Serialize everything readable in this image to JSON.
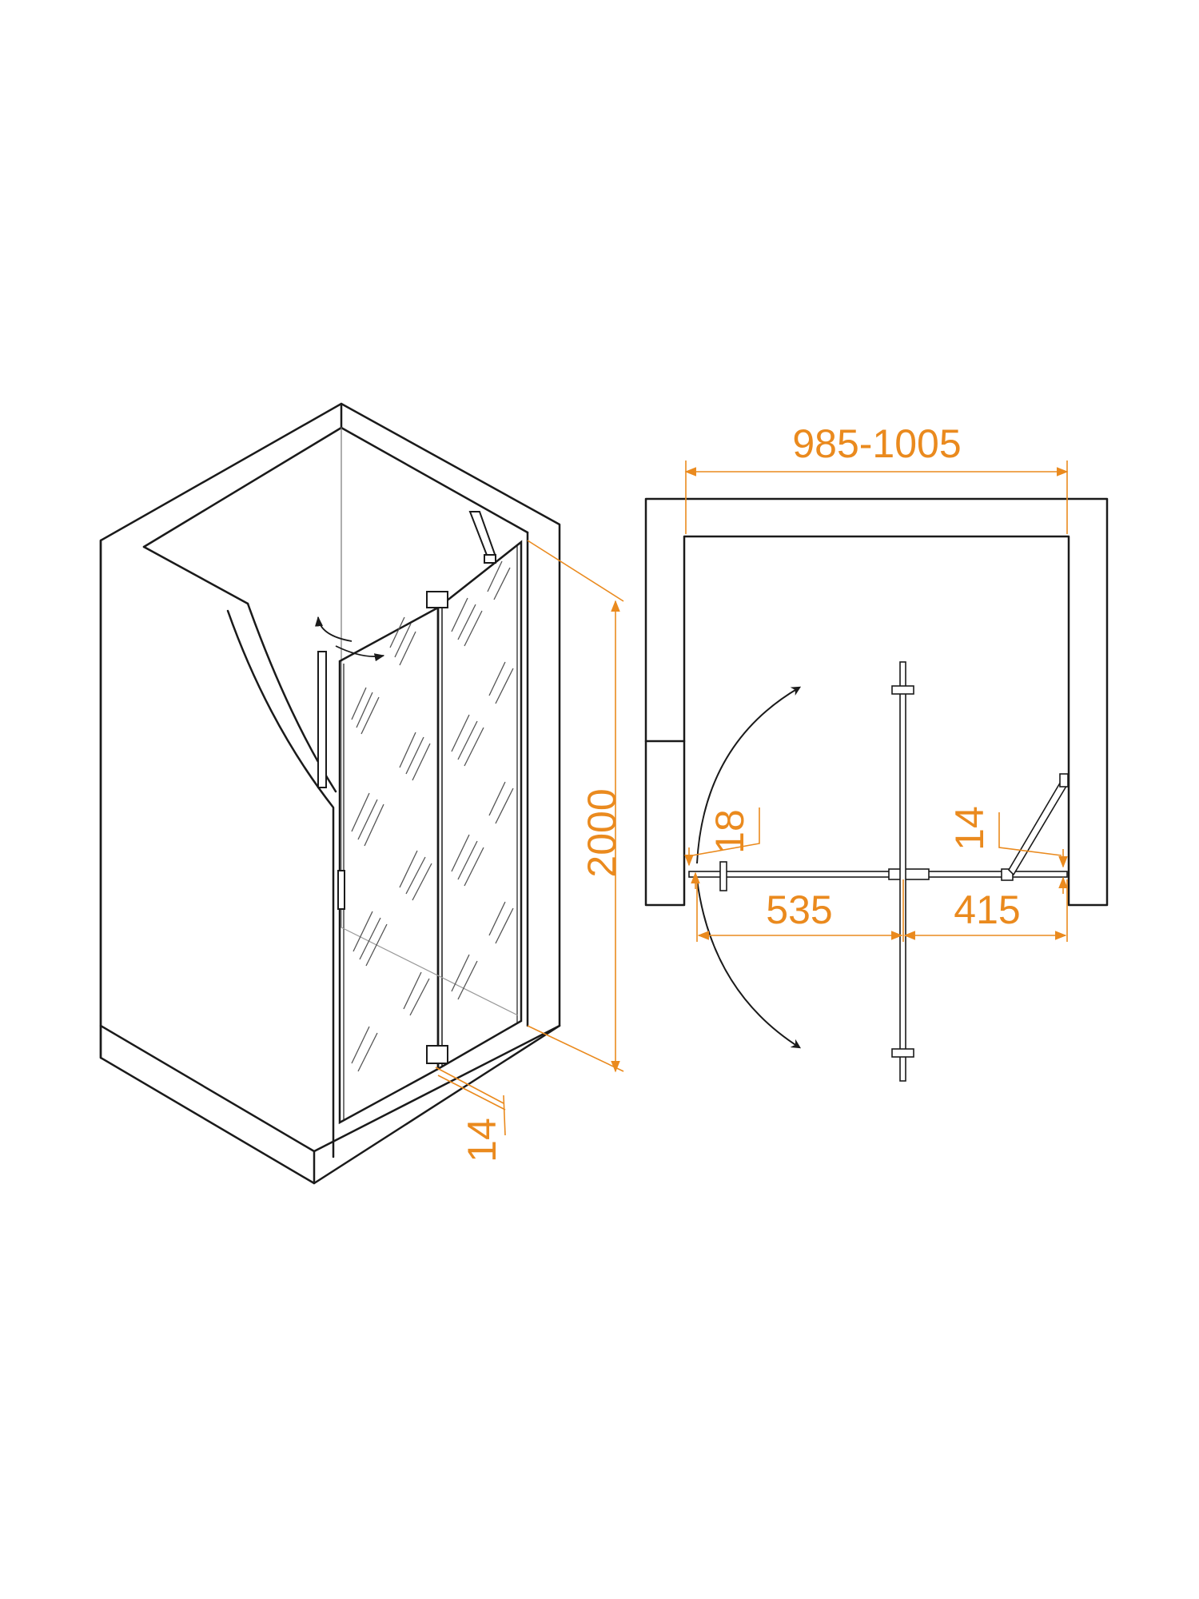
{
  "colors": {
    "line": "#1a1a1a",
    "thin": "#555555",
    "dimension": "#ea8a1e",
    "background": "#ffffff"
  },
  "iso_view": {
    "height_label": "2000",
    "profile_label": "14"
  },
  "plan_view": {
    "overall_width_label": "985-1005",
    "door_width_label": "535",
    "fixed_panel_width_label": "415",
    "door_profile_label": "18",
    "fixed_profile_label": "14"
  }
}
